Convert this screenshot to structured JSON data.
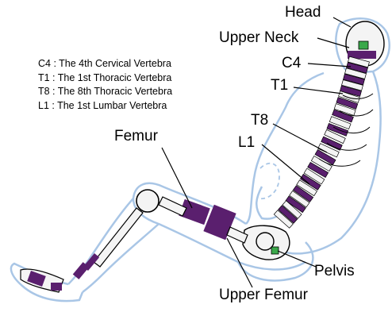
{
  "legend": [
    {
      "abbr": "C4",
      "text": "C4 : The 4th Cervical Vertebra"
    },
    {
      "abbr": "T1",
      "text": "T1 : The 1st Thoracic Vertebra"
    },
    {
      "abbr": "T8",
      "text": "T8 : The 8th Thoracic Vertebra"
    },
    {
      "abbr": "L1",
      "text": "L1 : The 1st Lumbar Vertebra"
    }
  ],
  "labels": {
    "head": "Head",
    "upper_neck": "Upper Neck",
    "c4": "C4",
    "t1": "T1",
    "t8": "T8",
    "l1": "L1",
    "femur": "Femur",
    "pelvis": "Pelvis",
    "upper_femur": "Upper Femur"
  },
  "colors": {
    "body_outline": "#a9c6e6",
    "bone_fill": "#f4f4f4",
    "bone_stroke": "#000000",
    "joint_purple": "#5a1f6e",
    "sensor_green": "#3aa84a",
    "leader_line": "#000000"
  }
}
